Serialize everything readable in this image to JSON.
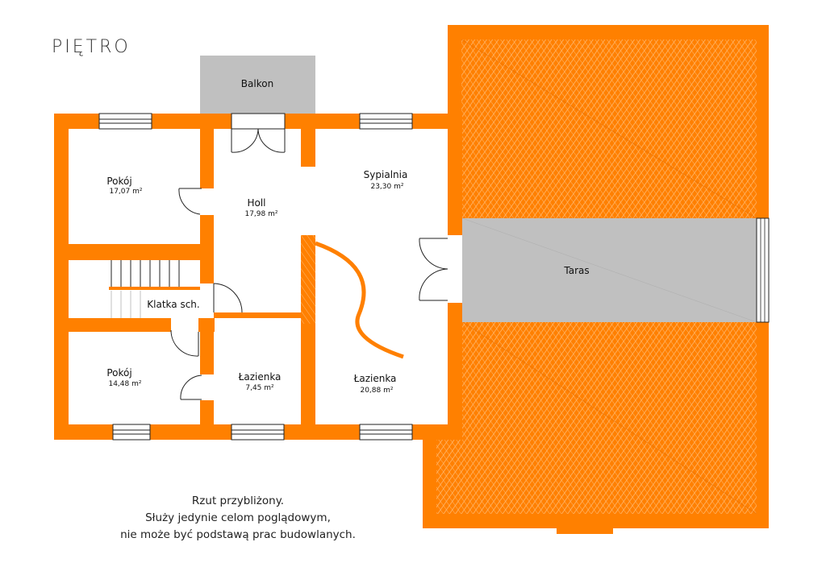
{
  "title": "PIĘTRO",
  "rooms": {
    "balkon": {
      "name": "Balkon"
    },
    "pokoj_top": {
      "name": "Pokój",
      "area": "17,07 m²"
    },
    "holl": {
      "name": "Holl",
      "area": "17,98 m²"
    },
    "sypialnia": {
      "name": "Sypialnia",
      "area": "23,30 m²"
    },
    "taras": {
      "name": "Taras"
    },
    "klatka": {
      "name": "Klatka sch."
    },
    "pokoj_bottom": {
      "name": "Pokój",
      "area": "14,48 m²"
    },
    "lazienka_small": {
      "name": "Łazienka",
      "area": "7,45 m²"
    },
    "lazienka_big": {
      "name": "Łazienka",
      "area": "20,88 m²"
    }
  },
  "disclaimer": {
    "line1": "Rzut przybliżony.",
    "line2": "Służy jedynie celom poglądowym,",
    "line3": "nie może być podstawą prac budowlanych."
  },
  "colors": {
    "wall": "#FF8000",
    "gray_area": "#C0C0C0",
    "hatch": "#FFB870"
  }
}
